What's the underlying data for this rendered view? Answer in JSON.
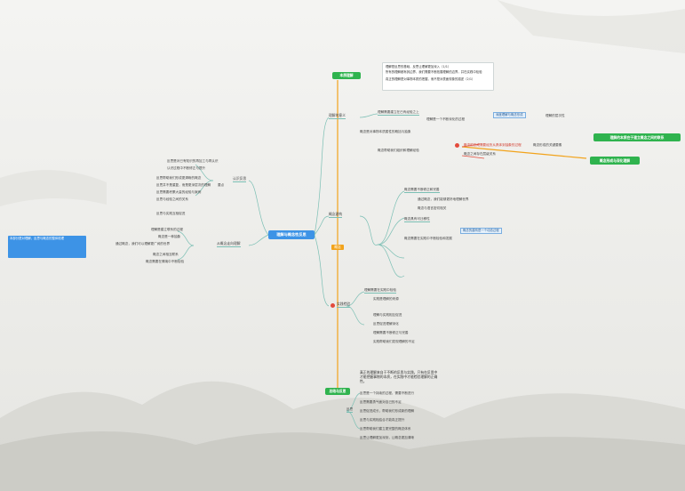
{
  "central_topic": "理解与概念性反思",
  "side_note": "本部分是对理解、反思与概念的整体梳理",
  "left_branch_1": {
    "title": "认识反思",
    "items": [
      "反思是对已有知识的再加工与再认识",
      "认识过程中不断修正与提升",
      "反思帮助我们形成更清晰的概念",
      "反思并不是重复，而是更深层次的理解",
      "反思需要积累大量的经验与案例",
      "反思与经验之间的关系",
      "反思与实践互相促进"
    ],
    "sub_label": "要点"
  },
  "left_branch_2": {
    "title": "从概念走向理解",
    "items": [
      "理解是建立联系的过程",
      "概念是一种抽象",
      "通过概念，我们可以理解更广阔的世界",
      "概念之间相互联系",
      "概念需要在情境中不断检验"
    ]
  },
  "right_branches": {
    "branch_a": {
      "title": "理解的意义",
      "badge": "本质理解",
      "notes": [
        "理解是反思的基础，反思让理解更加深入（1/1）",
        "所有的理解都有其边界，我们需要不断拓展理解的边界，并在实践中检验",
        "真正的理解是对事物本质的把握，而不是对表面现象的描述（2/1）"
      ],
      "items": [
        "理解需要建立在已有经验之上",
        "理解是一个不断深化的过程"
      ],
      "tag": "深度理解与概念形成",
      "tag_note": "理解的层次性"
    },
    "branch_b": {
      "title": "概念建构",
      "items": [
        "概念是对事物本质属性的概括与抽象",
        "概念帮助我们组织和理解经验",
        "概念的形成需要经历从具体到抽象的过程",
        "概念之间存在层级关系",
        "概念需要不断修正和完善",
        "通过概念，我们能够更好地理解世界",
        "概念与语言密切相关",
        "概念具有可迁移性",
        "概念需要在实践中不断检验和发展"
      ],
      "highlight": "概念形成的关键要素",
      "callout_1": "理解的本质在于建立概念之间的联系",
      "callout_2": "概念形成与深化理解",
      "blue_note": "概念的建构是一个动态过程"
    },
    "branch_c": {
      "title": "实践检验",
      "items": [
        "理解需要在实践中检验",
        "实践是理解的来源",
        "理解与实践相互促进",
        "反思促进理解深化",
        "理解需要不断修正与完善",
        "实践帮助我们发现理解的不足"
      ]
    },
    "branch_d": {
      "title": "总结与反思",
      "quote": "真正的理解来自于不断的反思与实践，只有在反思中才能把握事物的本质，在实践中才能检验理解的正确性。",
      "sub_label": "反思",
      "items": [
        "反思是一个持续的过程，需要不断进行",
        "反思需要勇气面对自己的不足",
        "反思促进成长，帮助我们形成新的理解",
        "反思与实践相结合才能真正提升",
        "反思帮助我们建立更完整的概念体系",
        "反思让理解更加深刻，让概念更加清晰"
      ]
    }
  },
  "vertical_label": "概念"
}
